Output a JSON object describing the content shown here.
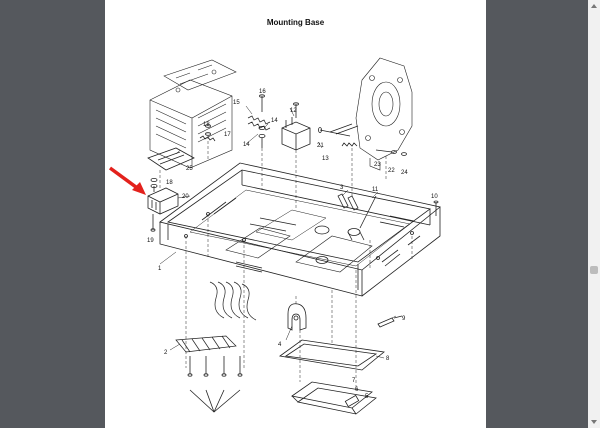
{
  "document": {
    "title": "Mounting Base"
  },
  "callouts": {
    "c1": "1",
    "c2": "2",
    "c3": "3",
    "c4": "4",
    "c5": "5",
    "c6": "6",
    "c7": "7",
    "c8": "8",
    "c9": "9",
    "c10": "10",
    "c11": "11",
    "c12": "12",
    "c13": "13",
    "c14a": "14",
    "c14b": "14",
    "c15": "15",
    "c16": "16",
    "c17": "17",
    "c18a": "18",
    "c18b": "18",
    "c19": "19",
    "c20": "20",
    "c21": "21",
    "c22": "22",
    "c23": "23",
    "c24": "24",
    "c25": "25"
  },
  "colors": {
    "viewer_background": "#55585d",
    "page_background": "#ffffff",
    "pointer_arrow": "#e3211c",
    "line_art": "#222222"
  },
  "icons": {
    "pointer": "red-arrow-icon",
    "scroll_up": "chevron-up-icon",
    "scroll_down": "chevron-down-icon"
  }
}
